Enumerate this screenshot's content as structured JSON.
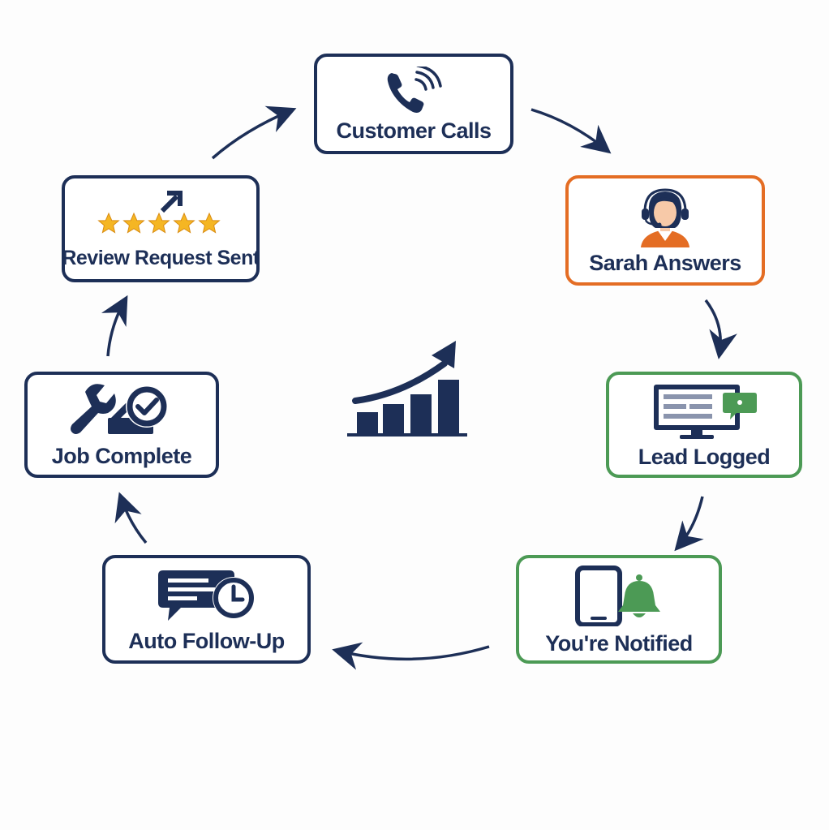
{
  "diagram": {
    "nodes": [
      {
        "id": "customer-calls",
        "label": "Customer Calls",
        "icon": "phone-icon",
        "border_color": "#1d2f57"
      },
      {
        "id": "sarah-answers",
        "label": "Sarah Answers",
        "icon": "headset-agent-icon",
        "border_color": "#e46d24"
      },
      {
        "id": "lead-logged",
        "label": "Lead Logged",
        "icon": "monitor-chat-icon",
        "border_color": "#4c9a55"
      },
      {
        "id": "youre-notified",
        "label": "You're Notified",
        "icon": "phone-bell-icon",
        "border_color": "#4c9a55"
      },
      {
        "id": "auto-follow-up",
        "label": "Auto Follow-Up",
        "icon": "message-clock-icon",
        "border_color": "#1d2f57"
      },
      {
        "id": "job-complete",
        "label": "Job Complete",
        "icon": "wrench-check-icon",
        "border_color": "#1d2f57"
      },
      {
        "id": "review-request-sent",
        "label": "Review Request Sent",
        "icon": "five-stars-icon",
        "border_color": "#1d2f57"
      }
    ],
    "edges": [
      {
        "from": "customer-calls",
        "to": "sarah-answers"
      },
      {
        "from": "sarah-answers",
        "to": "lead-logged"
      },
      {
        "from": "lead-logged",
        "to": "youre-notified"
      },
      {
        "from": "youre-notified",
        "to": "auto-follow-up"
      },
      {
        "from": "auto-follow-up",
        "to": "job-complete"
      },
      {
        "from": "job-complete",
        "to": "review-request-sent"
      },
      {
        "from": "review-request-sent",
        "to": "customer-calls"
      }
    ],
    "center_icon": "growth-chart-icon",
    "colors": {
      "navy": "#1d2f57",
      "orange": "#e46d24",
      "green": "#4c9a55",
      "star_gold": "#f5b623"
    }
  }
}
